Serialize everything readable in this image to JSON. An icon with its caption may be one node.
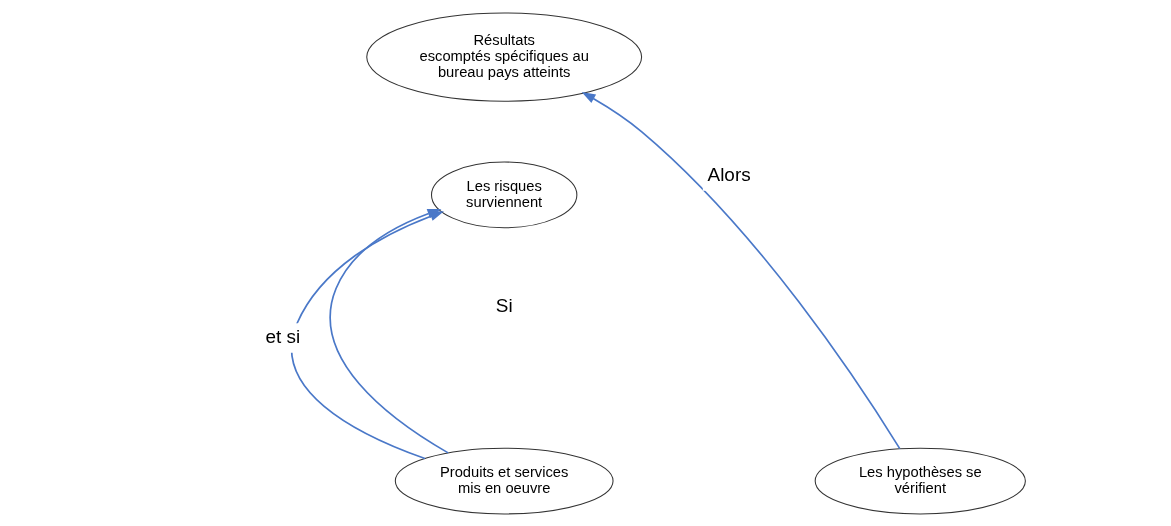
{
  "diagram": {
    "nodes": [
      {
        "text": [
          "Résultats",
          "escomptés spécifiques au bureau pays atteints"
        ]
      },
      {
        "text": [
          "Les hypothèses se vérifient"
        ]
      },
      {
        "text": [
          "Les risques surviennent"
        ]
      },
      {
        "text": [
          "Produits et services mis en oeuvre"
        ]
      }
    ],
    "edges": [
      {
        "from": 1,
        "to": 0,
        "arrow": "to",
        "label": "Alors"
      },
      {
        "from": 3,
        "to": 2,
        "arrow": "to",
        "label": "et si"
      },
      {
        "from": 3,
        "to": 2,
        "arrow": "to"
      }
    ],
    "labels": [
      "Si"
    ]
  }
}
